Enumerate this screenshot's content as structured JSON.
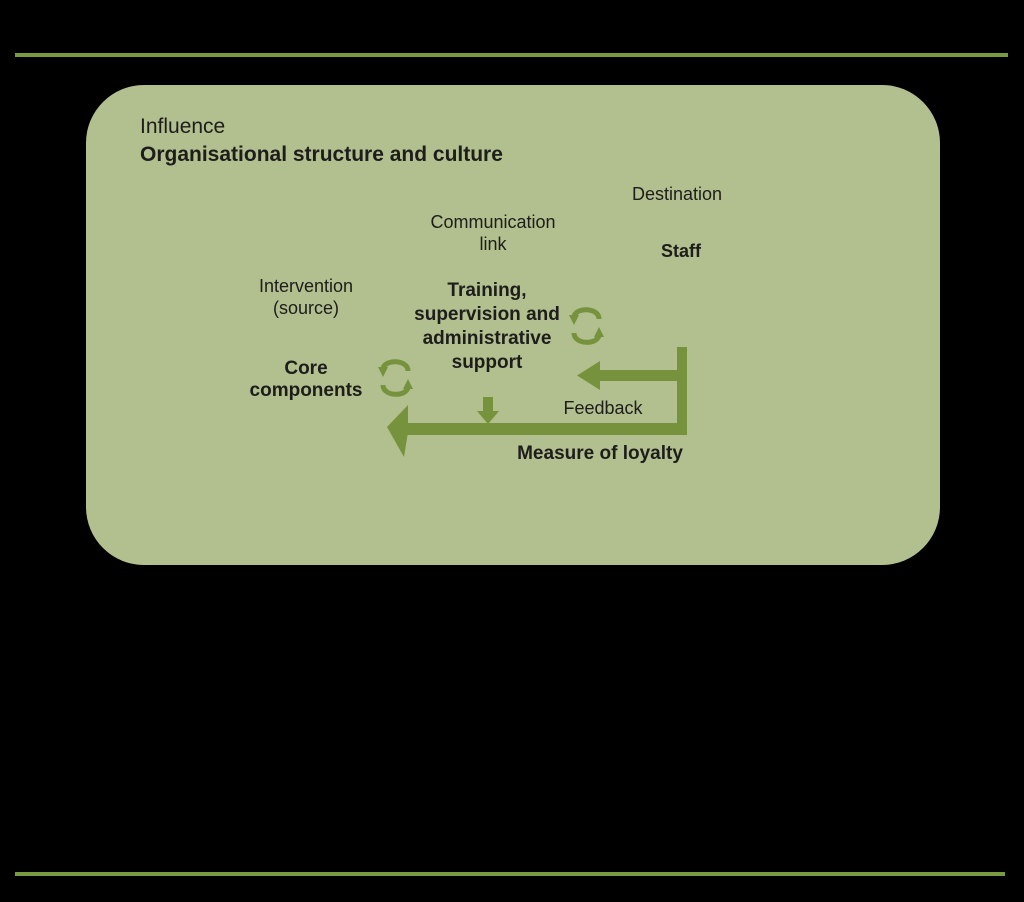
{
  "colors": {
    "page-bg": "#000000",
    "rule": "#7a9a42",
    "box-bg": "#b2bf8e",
    "arrow": "#76923c",
    "text": "#1d1d1b"
  },
  "panel": {
    "influence_label": "Influence",
    "title": "Organisational structure and culture",
    "labels": {
      "destination": "Destination",
      "communication_link": "Communication\nlink",
      "staff": "Staff",
      "intervention": "Intervention\n(source)",
      "training": "Training,\nsupervision and\nadministrative\nsupport",
      "core_components": "Core\ncomponents",
      "feedback": "Feedback",
      "measure_of_loyalty": "Measure of loyalty"
    },
    "icons": {
      "cycle_left": "cycle-arrows-icon",
      "cycle_right": "cycle-arrows-icon",
      "feedback_arrow": "left-arrow",
      "measure_arrow": "left-arrow",
      "down_arrow": "down-arrow"
    }
  }
}
